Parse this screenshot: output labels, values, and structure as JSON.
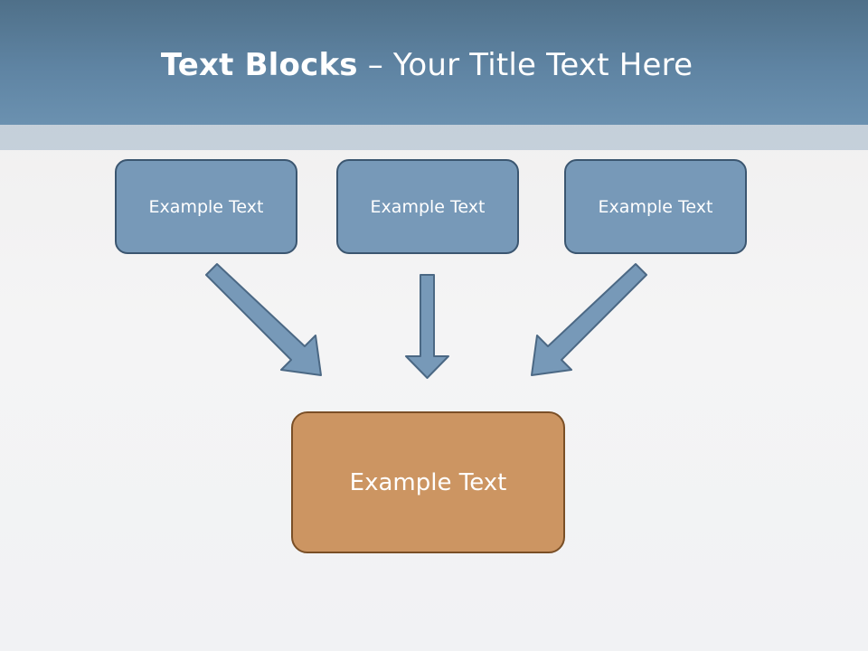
{
  "title": {
    "bold": "Text Blocks",
    "rest": " – Your Title Text Here"
  },
  "top_boxes": [
    {
      "label": "Example Text"
    },
    {
      "label": "Example Text"
    },
    {
      "label": "Example Text"
    }
  ],
  "bottom_box": {
    "label": "Example Text"
  },
  "colors": {
    "header": "#5f84a3",
    "blue_box": "#7799b8",
    "blue_border": "#3b5670",
    "orange_box": "#cc9562",
    "orange_border": "#7a4f26",
    "arrow_fill": "#7799b8",
    "arrow_stroke": "#4b6884"
  }
}
